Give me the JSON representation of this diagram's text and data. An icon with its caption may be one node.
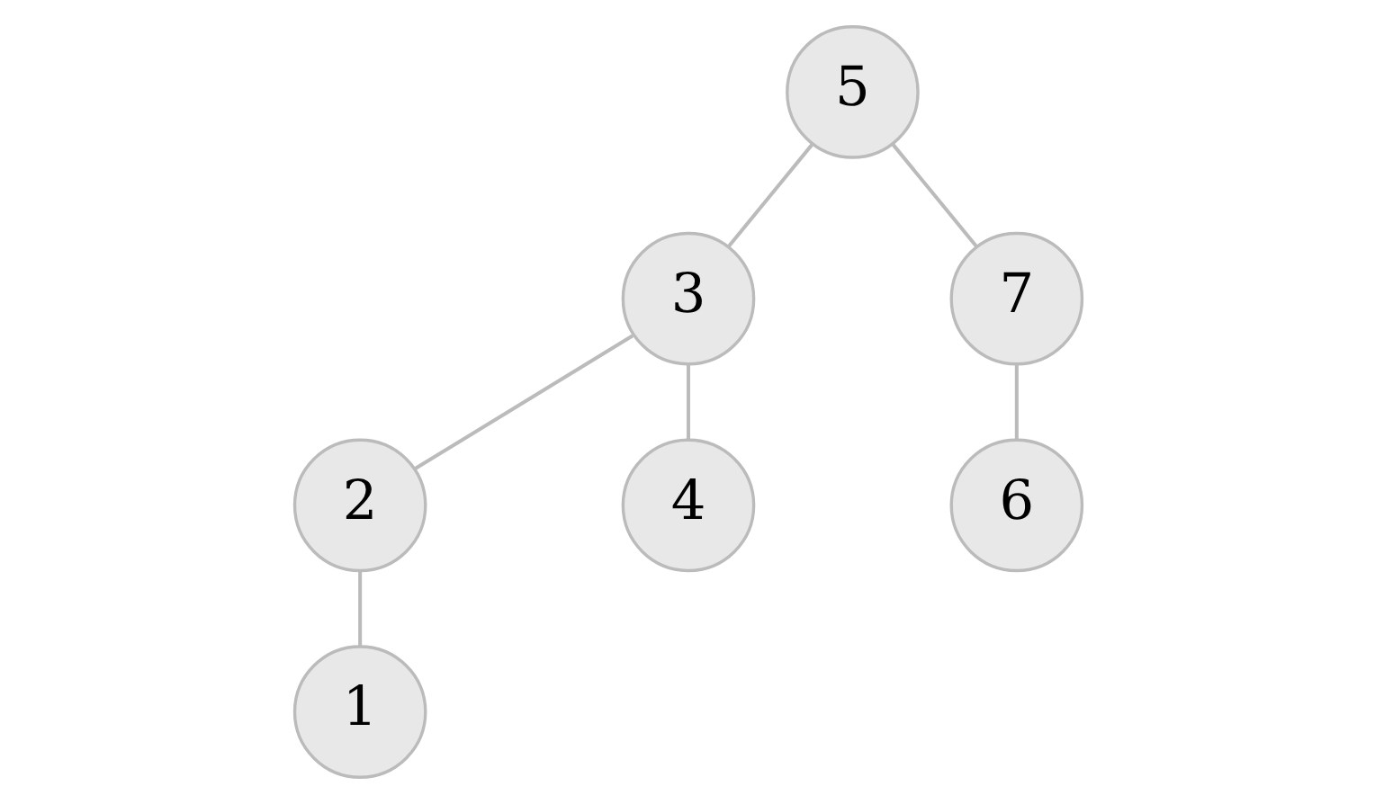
{
  "diagram": {
    "nodes": [
      {
        "text": [
          "5"
        ]
      },
      {
        "text": [
          "3"
        ]
      },
      {
        "text": [
          "7"
        ]
      },
      {
        "text": [
          "2"
        ]
      },
      {
        "text": [
          "4"
        ]
      },
      {
        "text": [
          "6"
        ]
      },
      {
        "text": [
          "1"
        ]
      }
    ],
    "edges": [
      {
        "from": 0,
        "to": 1,
        "arrow": "none"
      },
      {
        "from": 0,
        "to": 2,
        "arrow": "none"
      },
      {
        "from": 1,
        "to": 3,
        "arrow": "none"
      },
      {
        "from": 1,
        "to": 4,
        "arrow": "none"
      },
      {
        "from": 2,
        "to": 5,
        "arrow": "none"
      },
      {
        "from": 3,
        "to": 6,
        "arrow": "none"
      }
    ]
  }
}
